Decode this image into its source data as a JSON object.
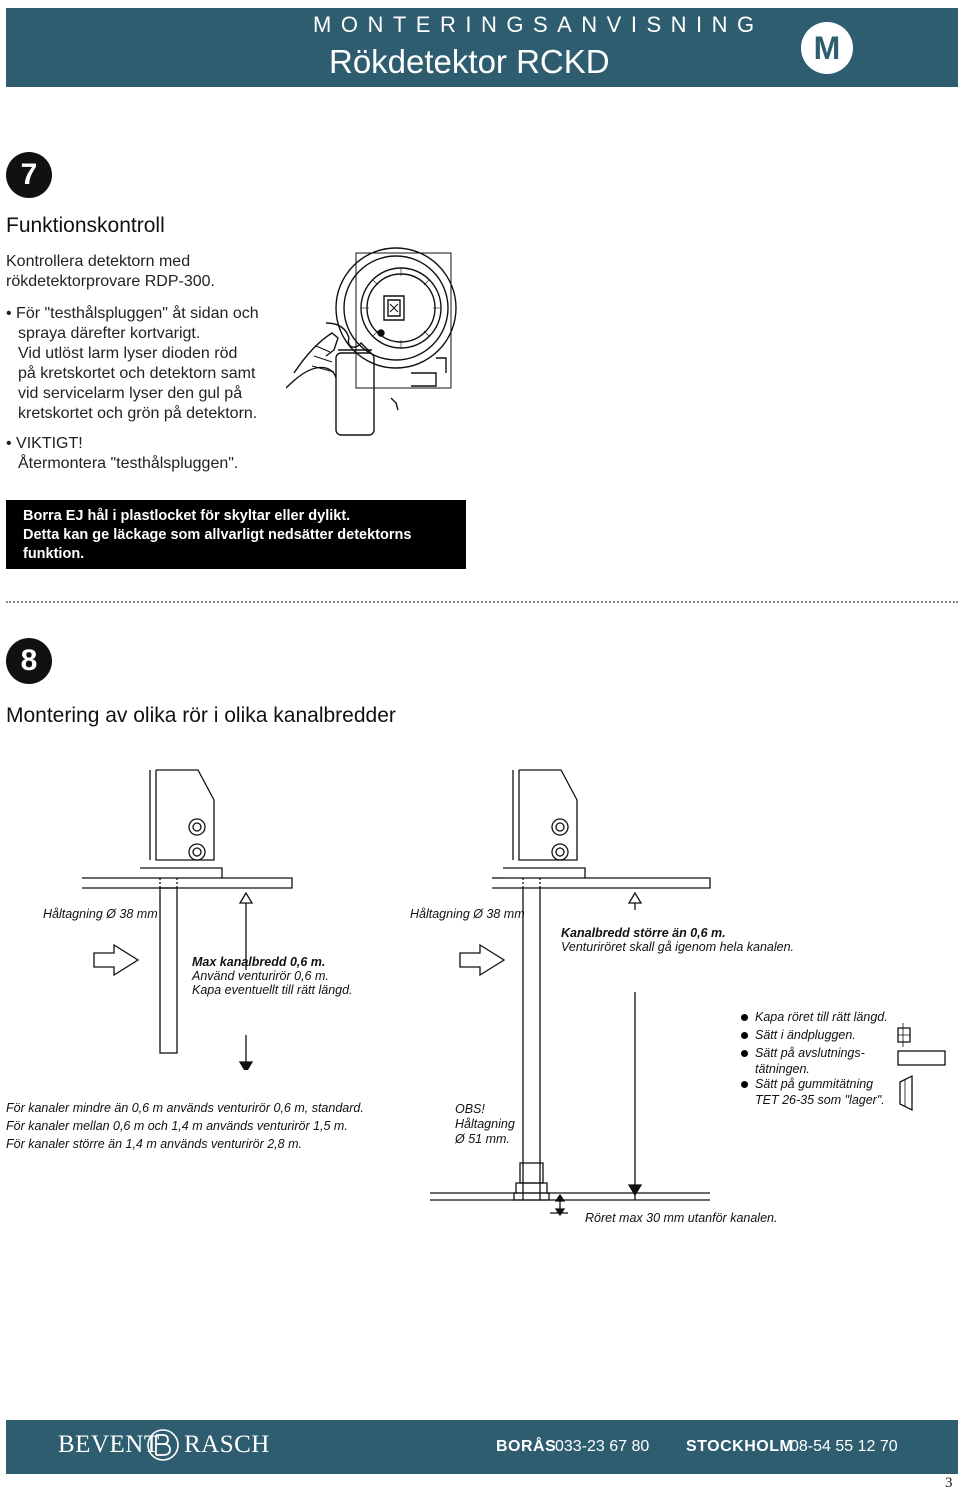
{
  "header": {
    "subtitle": "MONTERINGSANVISNING",
    "title": "Rökdetektor RCKD",
    "logo_letter": "M"
  },
  "step7": {
    "number": "7",
    "title": "Funktionskontroll",
    "intro": [
      "Kontrollera detektorn med",
      "rökdetektorprovare RDP-300."
    ],
    "bullet1": [
      "• För \"testhålspluggen\" åt sidan och",
      "sprayа därefter kortvarigt.",
      "Vid utlöst larm lyser dioden röd",
      "på kretskortet och detektorn samt",
      "vid servicelarm lyser den gul på",
      "kretskortet och grön på detektorn."
    ],
    "bullet2_label": "• VIKTIGT!",
    "bullet2_text": "Återmontera \"testhålspluggen\"."
  },
  "warning": [
    "Borra EJ hål i plastlocket för skyltar eller dylikt.",
    "Detta kan ge läckage som allvarligt nedsätter detektorns",
    "funktion."
  ],
  "step8": {
    "number": "8",
    "title": "Montering av olika rör i olika kanalbredder"
  },
  "diagram_left": {
    "hole_label": "Håltagning Ø 38 mm",
    "max_width_bold": "Max kanalbredd 0,6 m.",
    "max_width_1": "Använd venturirör 0,6 m.",
    "max_width_2": "Kapa eventuellt till rätt längd.",
    "notes": [
      "För kanaler mindre än 0,6 m används venturirör 0,6 m, standard.",
      "För kanaler mellan 0,6 m och 1,4 m används venturirör 1,5 m.",
      "För kanaler större än 1,4 m används venturirör 2,8 m."
    ]
  },
  "diagram_right": {
    "hole_label": "Håltagning Ø 38 mm",
    "wide_bold": "Kanalbredd större än 0,6 m.",
    "wide_text": "Venturiröret skall gå igenom hela kanalen.",
    "bullets": [
      "Kapa röret till rätt längd.",
      "Sätt i ändpluggen.",
      "Sätt på avslutnings-",
      "tätningen.",
      "Sätt på gummitätning",
      "TET 26-35 som \"lager\"."
    ],
    "obs": [
      "OBS!",
      "Håltagning",
      "Ø 51 mm."
    ],
    "bottom_note": "Röret max 30 mm utanför kanalen."
  },
  "footer": {
    "brand_left": "BEVENT",
    "brand_right": "RASCH",
    "city1": "BORÅS",
    "phone1": "033-23 67 80",
    "city2": "STOCKHOLM",
    "phone2": "08-54 55 12 70"
  },
  "page_number": "3",
  "colors": {
    "header": "#2e5d70",
    "warning_bg": "#000000"
  }
}
